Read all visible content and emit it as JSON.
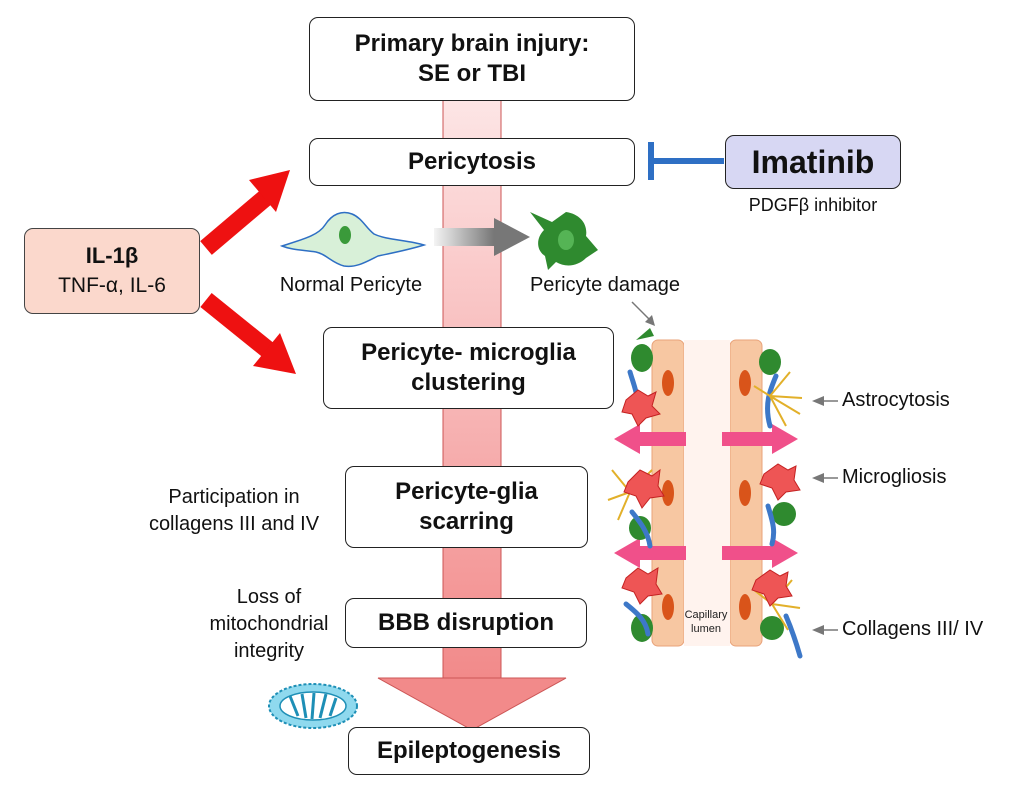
{
  "stages": {
    "primary_line1": "Primary brain injury:",
    "primary_line2": "SE or TBI",
    "pericytosis": "Pericytosis",
    "clustering_line1": "Pericyte- microglia",
    "clustering_line2": "clustering",
    "scarring_line1": "Pericyte-glia",
    "scarring_line2": "scarring",
    "bbb": "BBB disruption",
    "epilepto": "Epileptogenesis"
  },
  "inhibitor": {
    "name": "Imatinib",
    "description": "PDGFβ inhibitor"
  },
  "cytokines": {
    "main": "IL-1β",
    "others": "TNF-α, IL-6"
  },
  "pericyte": {
    "normal": "Normal Pericyte",
    "damaged": "Pericyte damage"
  },
  "side_notes": {
    "participation_line1": "Participation in",
    "participation_line2": "collagens III and IV",
    "mito_line1": "Loss of",
    "mito_line2": "mitochondrial",
    "mito_line3": "integrity"
  },
  "capillary": {
    "lumen_line1": "Capillary",
    "lumen_line2": "lumen",
    "astrocytosis": "Astrocytosis",
    "microgliosis": "Microgliosis",
    "collagens": "Collagens III/ IV"
  },
  "colors": {
    "red_arrow": "#ee1111",
    "pink_arrow": "#f0508a",
    "spine": "#f6a5a5",
    "inhibitor_bg": "#d7d7f3",
    "inhibitor_bar": "#2e6fc4",
    "cytokine_bg": "#fbd8cc",
    "pericyte_green": "#2f8a2f",
    "normal_pericyte": "#d8f0d8",
    "capillary_wall": "#f7c7a2"
  }
}
